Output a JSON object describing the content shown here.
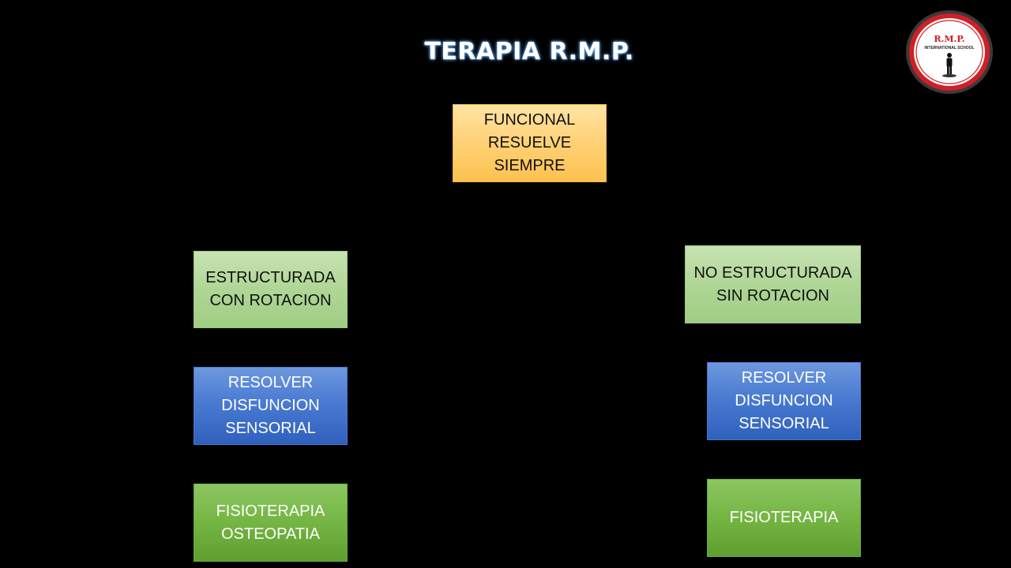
{
  "title": "TERAPIA R.M.P.",
  "logo": {
    "name": "R.M.P.",
    "subtitle": "INTERNATIONAL SCHOOL",
    "colors": {
      "ring": "#d11f26",
      "inner": "#ffffff",
      "outer": "#3a3a3a"
    }
  },
  "top_box": {
    "text": "FUNCIONAL\nRESUELVE\nSIEMPRE"
  },
  "left_column": [
    {
      "text": "ESTRUCTURADA\nCON ROTACION"
    },
    {
      "text": "RESOLVER\nDISFUNCION\nSENSORIAL"
    },
    {
      "text": "FISIOTERAPIA\nOSTEOPATIA"
    }
  ],
  "right_column": [
    {
      "text": "NO ESTRUCTURADA\nSIN ROTACION"
    },
    {
      "text": "RESOLVER\nDISFUNCION\nSENSORIAL"
    },
    {
      "text": "FISIOTERAPIA"
    }
  ],
  "colors": {
    "background": "#000000",
    "orange": "#ffd27a",
    "light_green": "#afd696",
    "blue": "#4a7bd2",
    "green": "#74b543"
  }
}
